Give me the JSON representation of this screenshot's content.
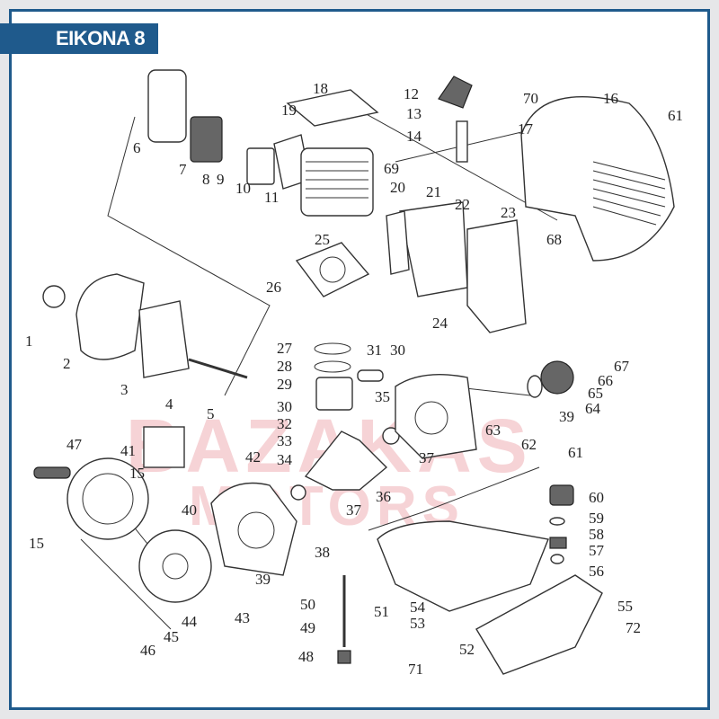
{
  "header": {
    "title": "EIKONA 8"
  },
  "watermark": {
    "line1": "BAZAKAS",
    "line2": "MOTORS"
  },
  "parts": [
    "1",
    "2",
    "3",
    "4",
    "5",
    "6",
    "7",
    "8",
    "9",
    "10",
    "11",
    "12",
    "13",
    "14",
    "15",
    "15",
    "16",
    "17",
    "18",
    "19",
    "20",
    "21",
    "22",
    "23",
    "24",
    "25",
    "26",
    "27",
    "28",
    "29",
    "30",
    "30",
    "31",
    "32",
    "33",
    "34",
    "35",
    "36",
    "37",
    "37",
    "38",
    "39",
    "39",
    "40",
    "41",
    "42",
    "43",
    "44",
    "45",
    "46",
    "47",
    "48",
    "49",
    "50",
    "51",
    "52",
    "53",
    "54",
    "55",
    "56",
    "57",
    "58",
    "59",
    "60",
    "61",
    "61",
    "62",
    "63",
    "64",
    "65",
    "66",
    "67",
    "68",
    "69",
    "70",
    "71",
    "72"
  ]
}
